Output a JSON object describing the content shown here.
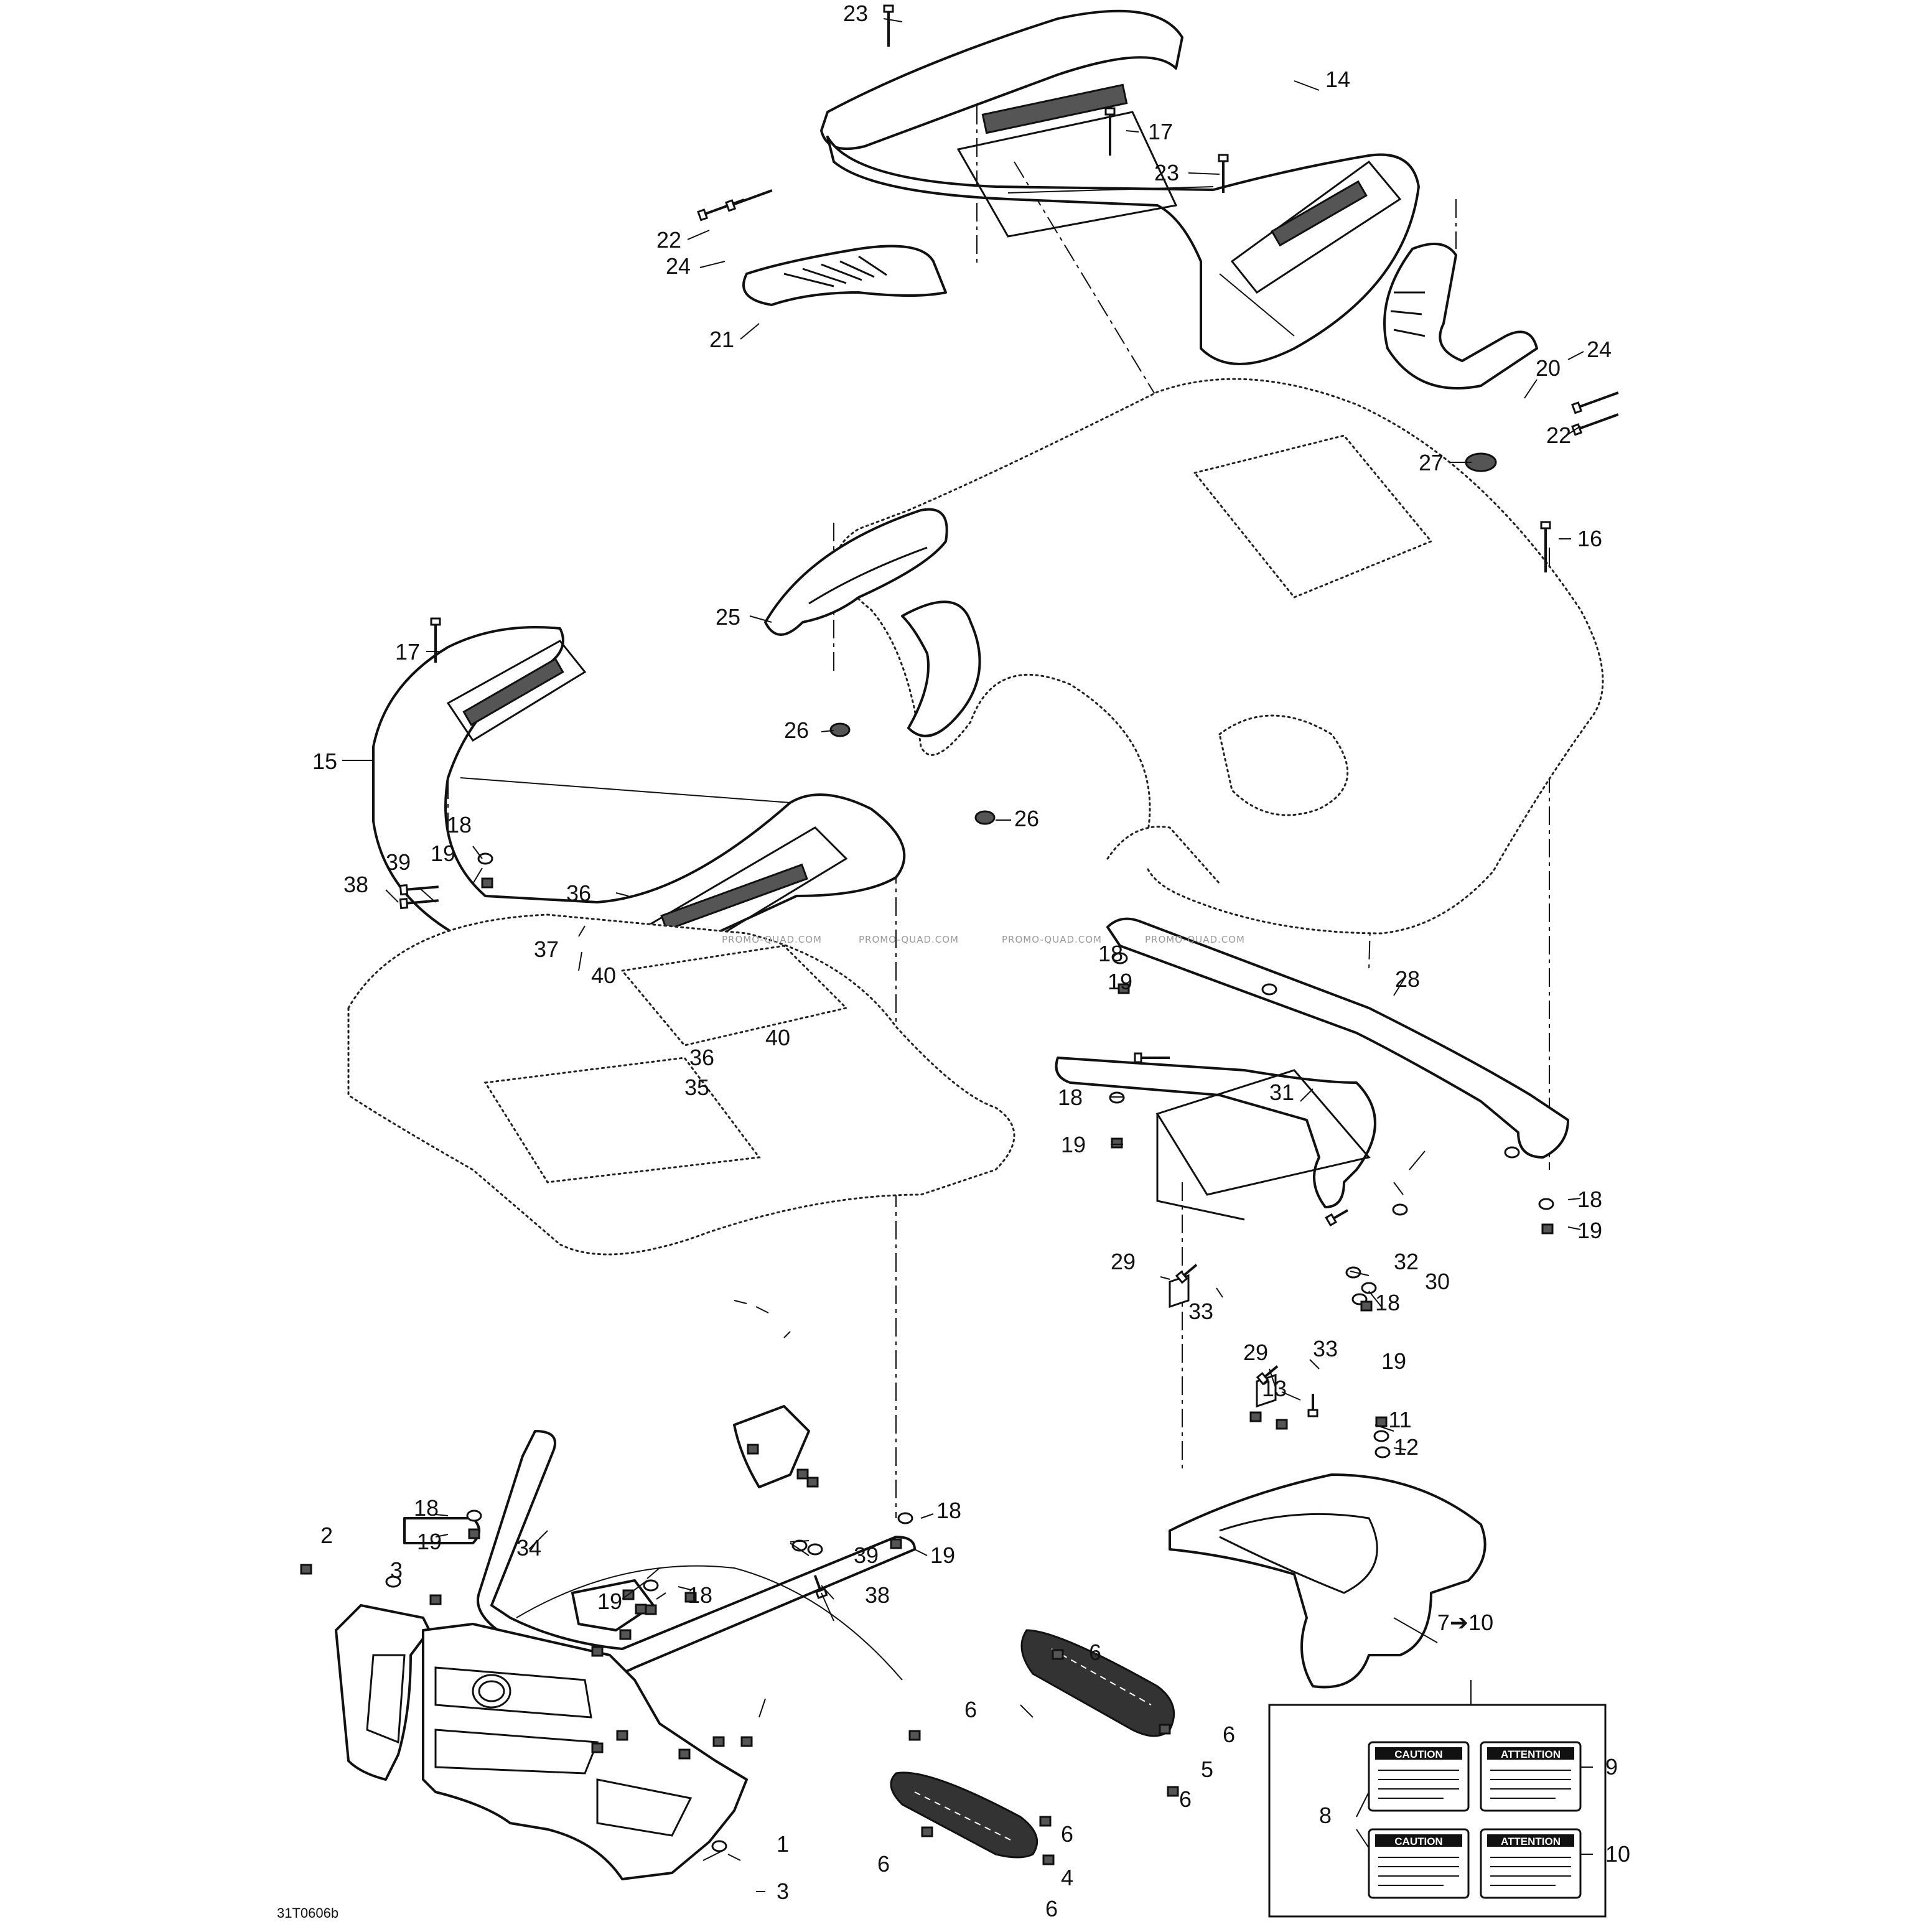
{
  "diagram": {
    "drawing_code": "31T0606b",
    "watermark": "PROMO-QUAD.COM",
    "callouts": {
      "c1": "1",
      "c2": "2",
      "c3a": "3",
      "c3b": "3",
      "c4": "4",
      "c5": "5",
      "c6a": "6",
      "c6b": "6",
      "c6c": "6",
      "c6d": "6",
      "c6e": "6",
      "c6f": "6",
      "c6g": "6",
      "c7to10": "7➔10",
      "c8": "8",
      "c9": "9",
      "c10": "10",
      "c11": "11",
      "c12": "12",
      "c13": "13",
      "c14": "14",
      "c15": "15",
      "c16": "16",
      "c17a": "17",
      "c17b": "17",
      "c18a": "18",
      "c18b": "18",
      "c18c": "18",
      "c18d": "18",
      "c18e": "18",
      "c18f": "18",
      "c18g": "18",
      "c18h": "18",
      "c19a": "19",
      "c19b": "19",
      "c19c": "19",
      "c19d": "19",
      "c19e": "19",
      "c19f": "19",
      "c19g": "19",
      "c19h": "19",
      "c20": "20",
      "c21": "21",
      "c22a": "22",
      "c22b": "22",
      "c23a": "23",
      "c23b": "23",
      "c24a": "24",
      "c24b": "24",
      "c25": "25",
      "c26a": "26",
      "c26b": "26",
      "c27": "27",
      "c28": "28",
      "c29a": "29",
      "c29b": "29",
      "c30": "30",
      "c31": "31",
      "c32": "32",
      "c33a": "33",
      "c33b": "33",
      "c34": "34",
      "c35": "35",
      "c36a": "36",
      "c36b": "36",
      "c37": "37",
      "c38a": "38",
      "c38b": "38",
      "c39a": "39",
      "c39b": "39",
      "c40a": "40",
      "c40b": "40"
    },
    "decals": {
      "caution": "CAUTION",
      "attention": "ATTENTION"
    }
  }
}
